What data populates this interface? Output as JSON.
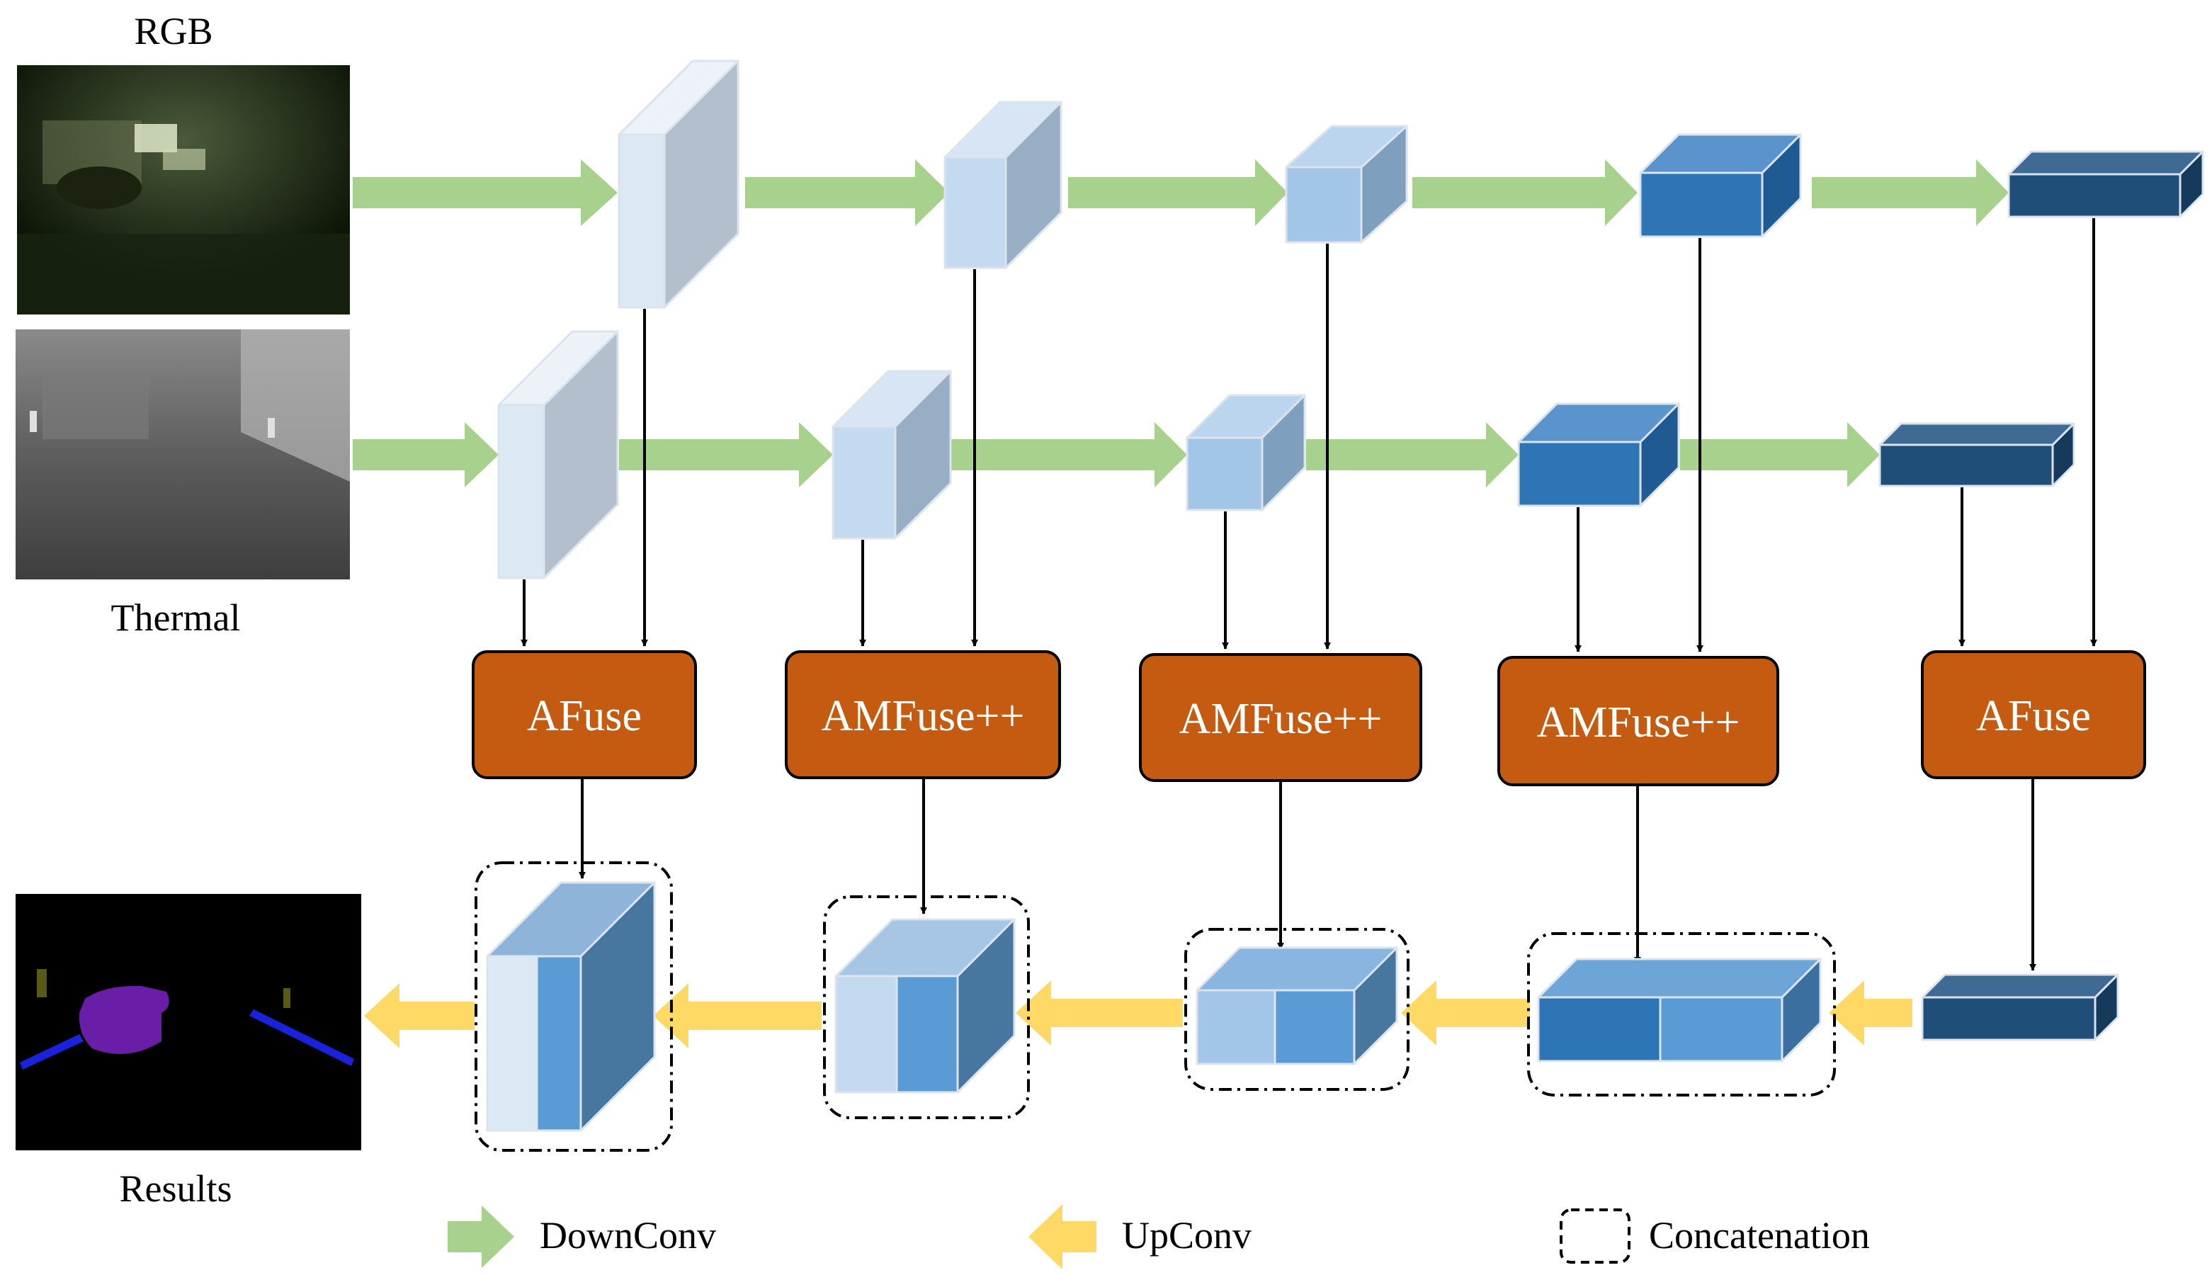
{
  "inputs": {
    "rgb_label": "RGB",
    "thermal_label": "Thermal",
    "results_label": "Results"
  },
  "fusion_modules": [
    {
      "label": "AFuse"
    },
    {
      "label": "AMFuse++"
    },
    {
      "label": "AMFuse++"
    },
    {
      "label": "AMFuse++"
    },
    {
      "label": "AFuse"
    }
  ],
  "legend": {
    "downconv": "DownConv",
    "upconv": "UpConv",
    "concat": "Concatenation"
  },
  "colors": {
    "downconv_arrow": "#a9d18e",
    "upconv_arrow": "#ffd966",
    "fusion_fill": "#c55a11",
    "block_level_1": "#dde8f5",
    "block_level_2": "#c3daf0",
    "block_level_3": "#a3c6e8",
    "block_level_4": "#2e75b6",
    "block_level_5": "#1f4e79"
  }
}
